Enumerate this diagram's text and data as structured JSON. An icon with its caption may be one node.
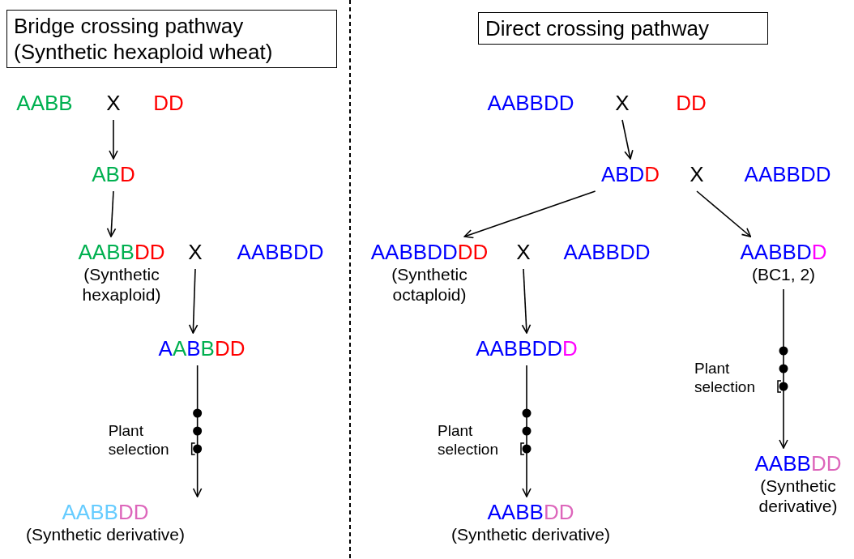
{
  "diagram": {
    "nodes": [
      {
        "text": [
          "Bridge crossing pathway (Synthetic hexaploid wheat)"
        ]
      },
      {
        "text": [
          "AABB"
        ]
      },
      {
        "text": [
          "X"
        ]
      },
      {
        "text": [
          "DD"
        ]
      },
      {
        "text": [
          "ABD"
        ]
      },
      {
        "text": [
          "AABBDD"
        ],
        "beside": [
          "(Synthetic hexaploid)"
        ]
      },
      {
        "text": [
          "X"
        ]
      },
      {
        "text": [
          "AABBDD"
        ]
      },
      {
        "text": [
          "AABBDD"
        ]
      },
      {
        "text": [
          "AABBDD"
        ],
        "beside": [
          "(Synthetic derivative)"
        ]
      },
      {
        "text": [
          "Direct crossing pathway"
        ]
      },
      {
        "text": [
          "AABBDD"
        ]
      },
      {
        "text": [
          "X"
        ]
      },
      {
        "text": [
          "DD"
        ]
      },
      {
        "text": [
          "ABDD"
        ]
      },
      {
        "text": [
          "X"
        ]
      },
      {
        "text": [
          "AABBDD"
        ]
      },
      {
        "text": [
          "AABBDDDD"
        ],
        "beside": [
          "(Synthetic octaploid)"
        ]
      },
      {
        "text": [
          "X"
        ]
      },
      {
        "text": [
          "AABBDD"
        ]
      },
      {
        "text": [
          "AABBDD"
        ],
        "beside": [
          "(BC1, 2)"
        ]
      },
      {
        "text": [
          "AABBDDD"
        ]
      },
      {
        "text": [
          "AABBDD"
        ],
        "beside": [
          "(Synthetic derivative)"
        ]
      },
      {
        "text": [
          "AABBDD"
        ],
        "beside": [
          "(Synthetic derivative)"
        ]
      }
    ],
    "edges": [
      {
        "from": 2,
        "to": 4,
        "arrow": "to"
      },
      {
        "from": 4,
        "to": 5,
        "arrow": "to"
      },
      {
        "from": 6,
        "to": 8,
        "arrow": "to"
      },
      {
        "from": 8,
        "to": 9,
        "label": "Plant selection",
        "arrow": "to"
      },
      {
        "from": 12,
        "to": 14,
        "arrow": "to"
      },
      {
        "from": 14,
        "to": 17,
        "arrow": "to"
      },
      {
        "from": 15,
        "to": 20,
        "arrow": "to"
      },
      {
        "from": 18,
        "to": 21,
        "arrow": "to"
      },
      {
        "from": 21,
        "to": 22,
        "label": "Plant selection",
        "arrow": "to"
      },
      {
        "from": 20,
        "to": 23,
        "label": "Plant selection",
        "arrow": "to"
      }
    ]
  }
}
